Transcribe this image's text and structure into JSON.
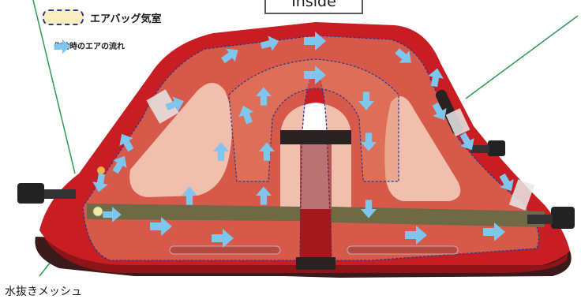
{
  "legend": {
    "air_chamber": "エアバッグ気室",
    "airflow": "作動時のエアの流れ"
  },
  "view_label": "Inside",
  "callouts": {
    "drain_mesh": "水抜きメッシュ"
  },
  "colors": {
    "vest_red": "#c81e23",
    "vest_dark": "#8e1418",
    "chamber_fill": "#e48a6a",
    "chamber_outline": "#2b3a8f",
    "arrow_blue": "#7fc6ef",
    "strap_olive": "#6e6a45",
    "leader_green": "#2f9a55"
  },
  "icons": [
    "buckle-icon",
    "airflow-arrow-icon",
    "valve-icon"
  ]
}
